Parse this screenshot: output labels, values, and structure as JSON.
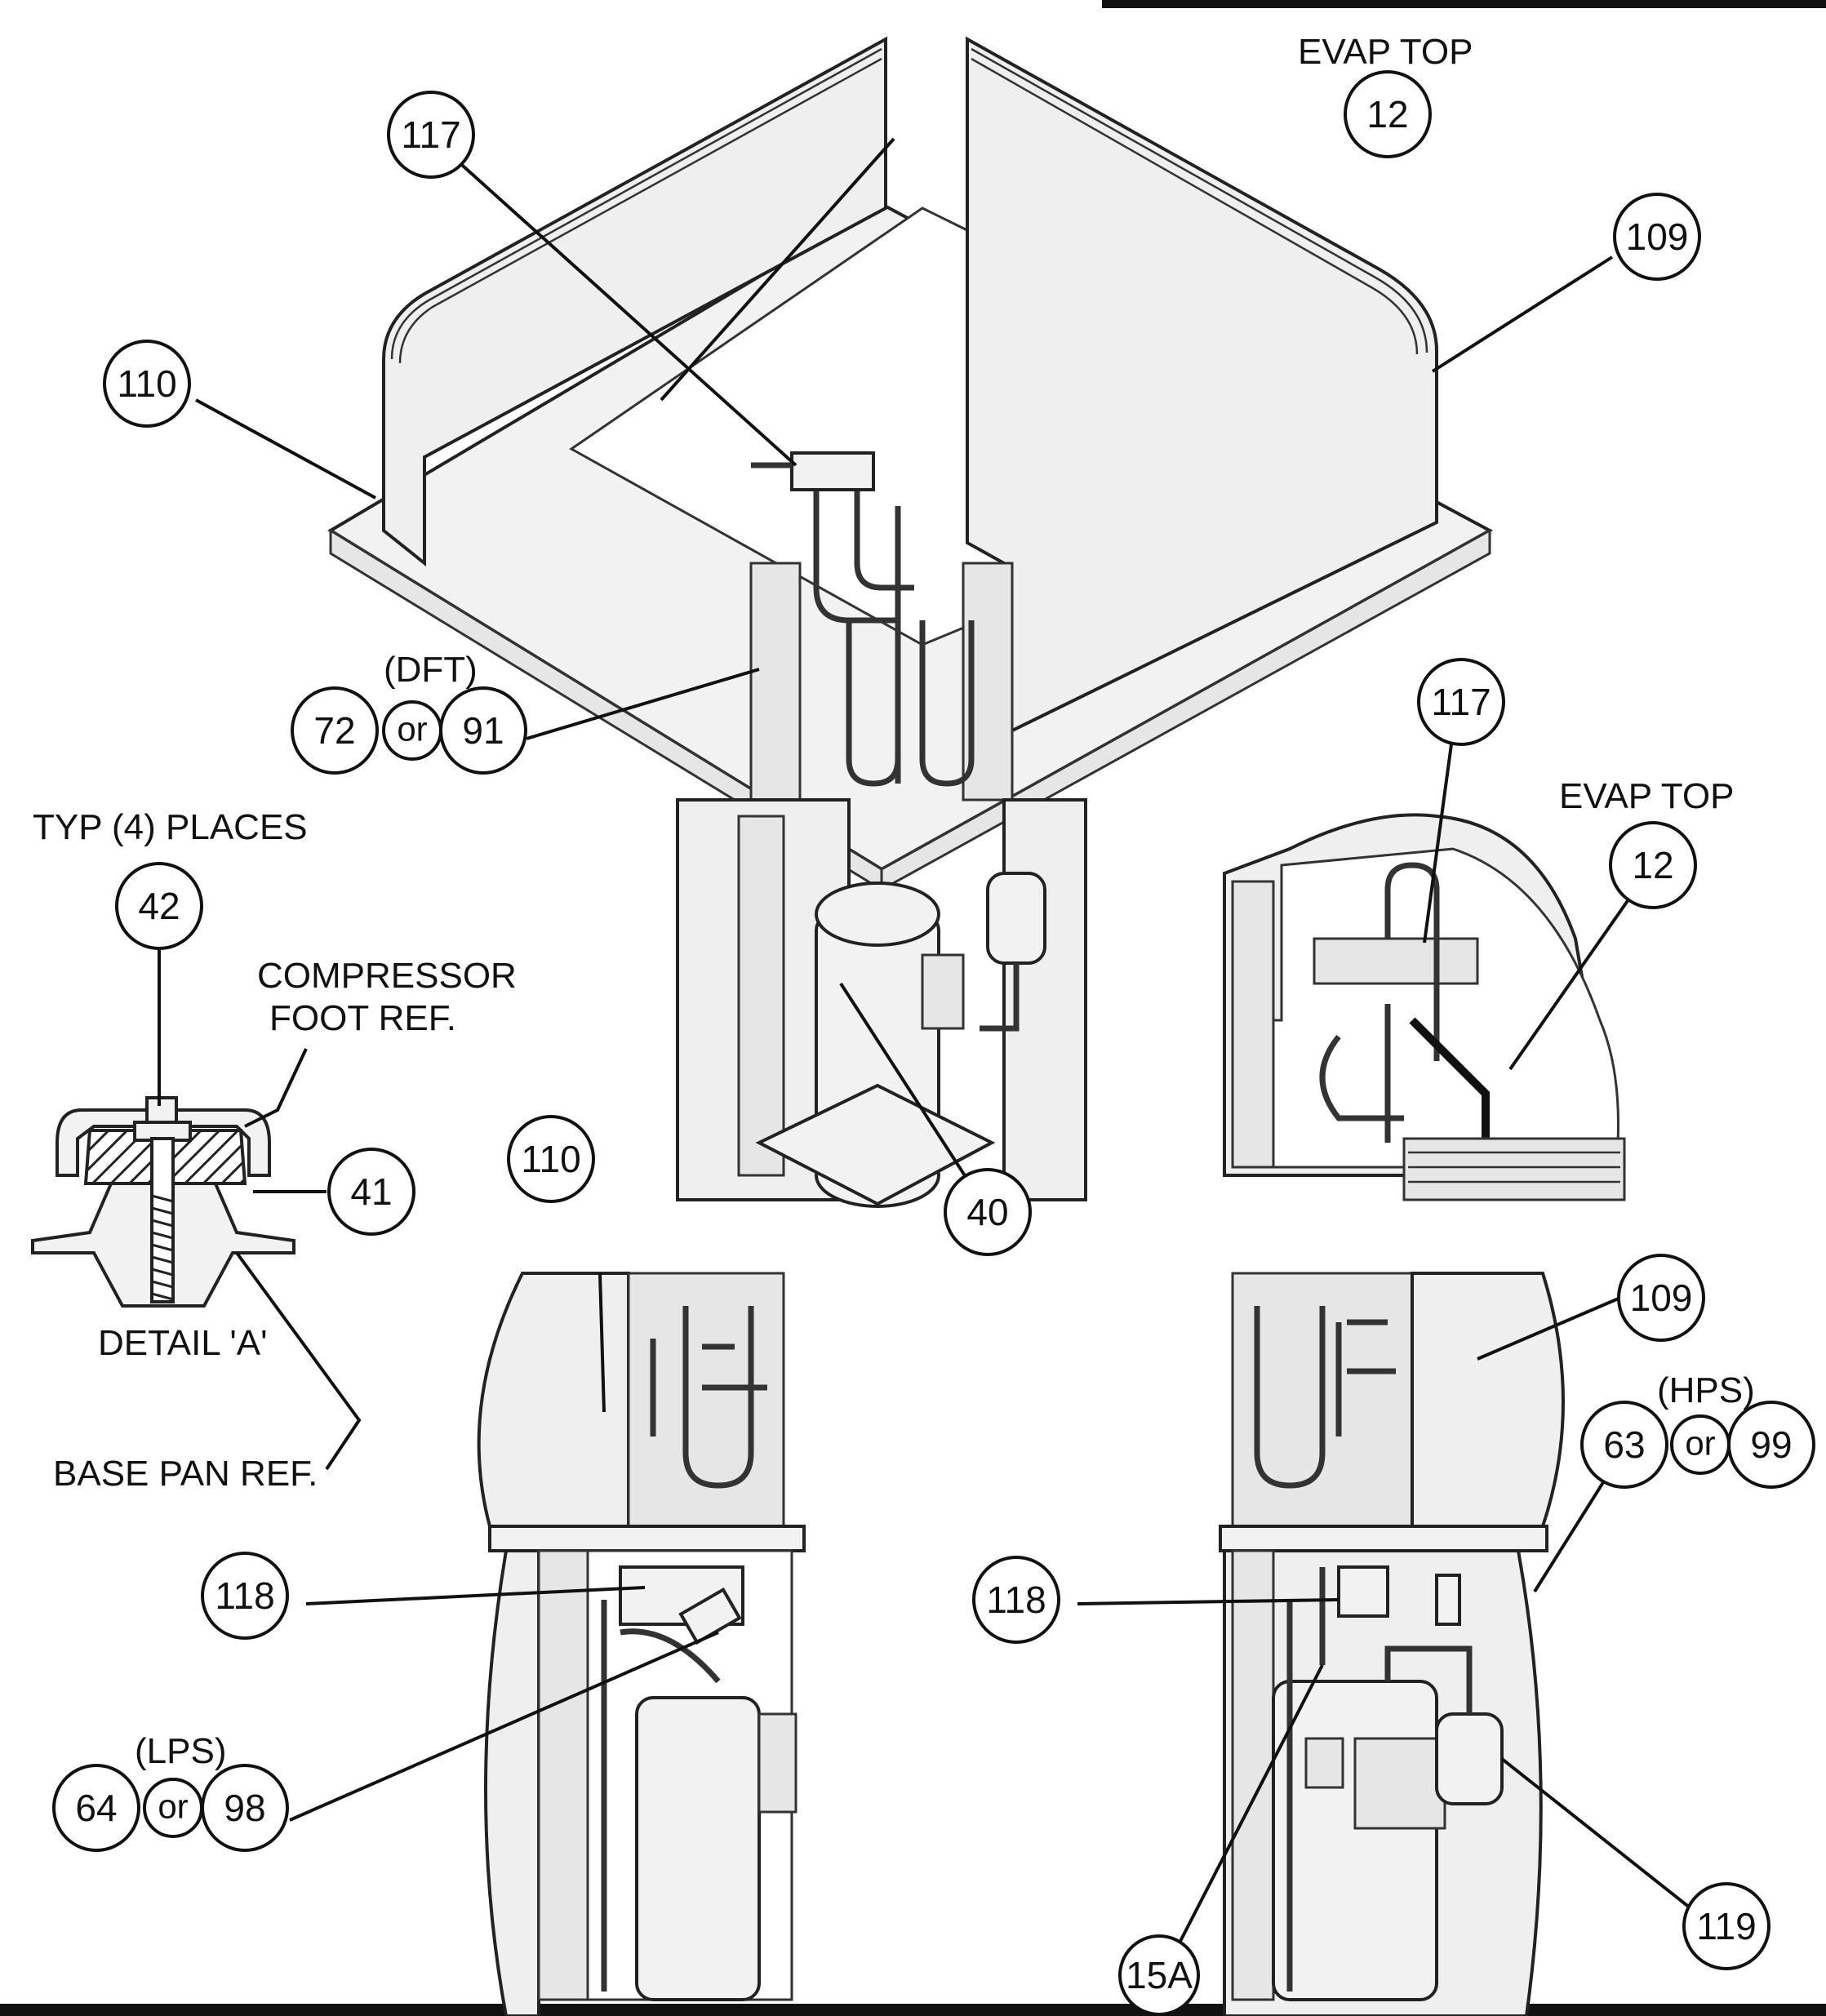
{
  "labels": {
    "evap_top_a": "EVAP TOP",
    "evap_top_b": "EVAP TOP",
    "typ_places": "TYP (4) PLACES",
    "compressor_foot_1": "COMPRESSOR",
    "compressor_foot_2": "FOOT REF.",
    "detail_a": "DETAIL 'A'",
    "base_pan_ref": "BASE PAN REF.",
    "dft": "(DFT)",
    "lps": "(LPS)",
    "hps": "(HPS)"
  },
  "callouts": {
    "c117_top": "117",
    "c12_top": "12",
    "c109_top": "109",
    "c110_top": "110",
    "c72": "72",
    "c91": "91",
    "or_dft": "or",
    "c117_right": "117",
    "c12_right": "12",
    "c42": "42",
    "c41": "41",
    "c40": "40",
    "c110_mid": "110",
    "c109_right": "109",
    "c63": "63",
    "c99": "99",
    "or_hps": "or",
    "c118_left": "118",
    "c118_right": "118",
    "c64": "64",
    "c98": "98",
    "or_lps": "or",
    "c15a": "15A",
    "c119": "119"
  }
}
